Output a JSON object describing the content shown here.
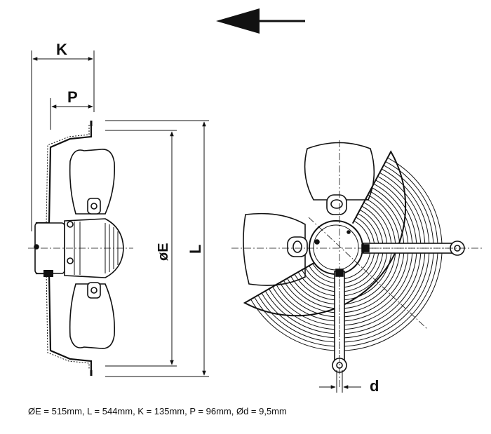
{
  "labels": {
    "K": "K",
    "P": "P",
    "E": "øE",
    "L": "L",
    "d": "d"
  },
  "caption": "ØE = 515mm, L = 544mm, K = 135mm, P = 96mm, Ød = 9,5mm",
  "colors": {
    "ink": "#111111",
    "blade_fill": "#ffffff"
  }
}
